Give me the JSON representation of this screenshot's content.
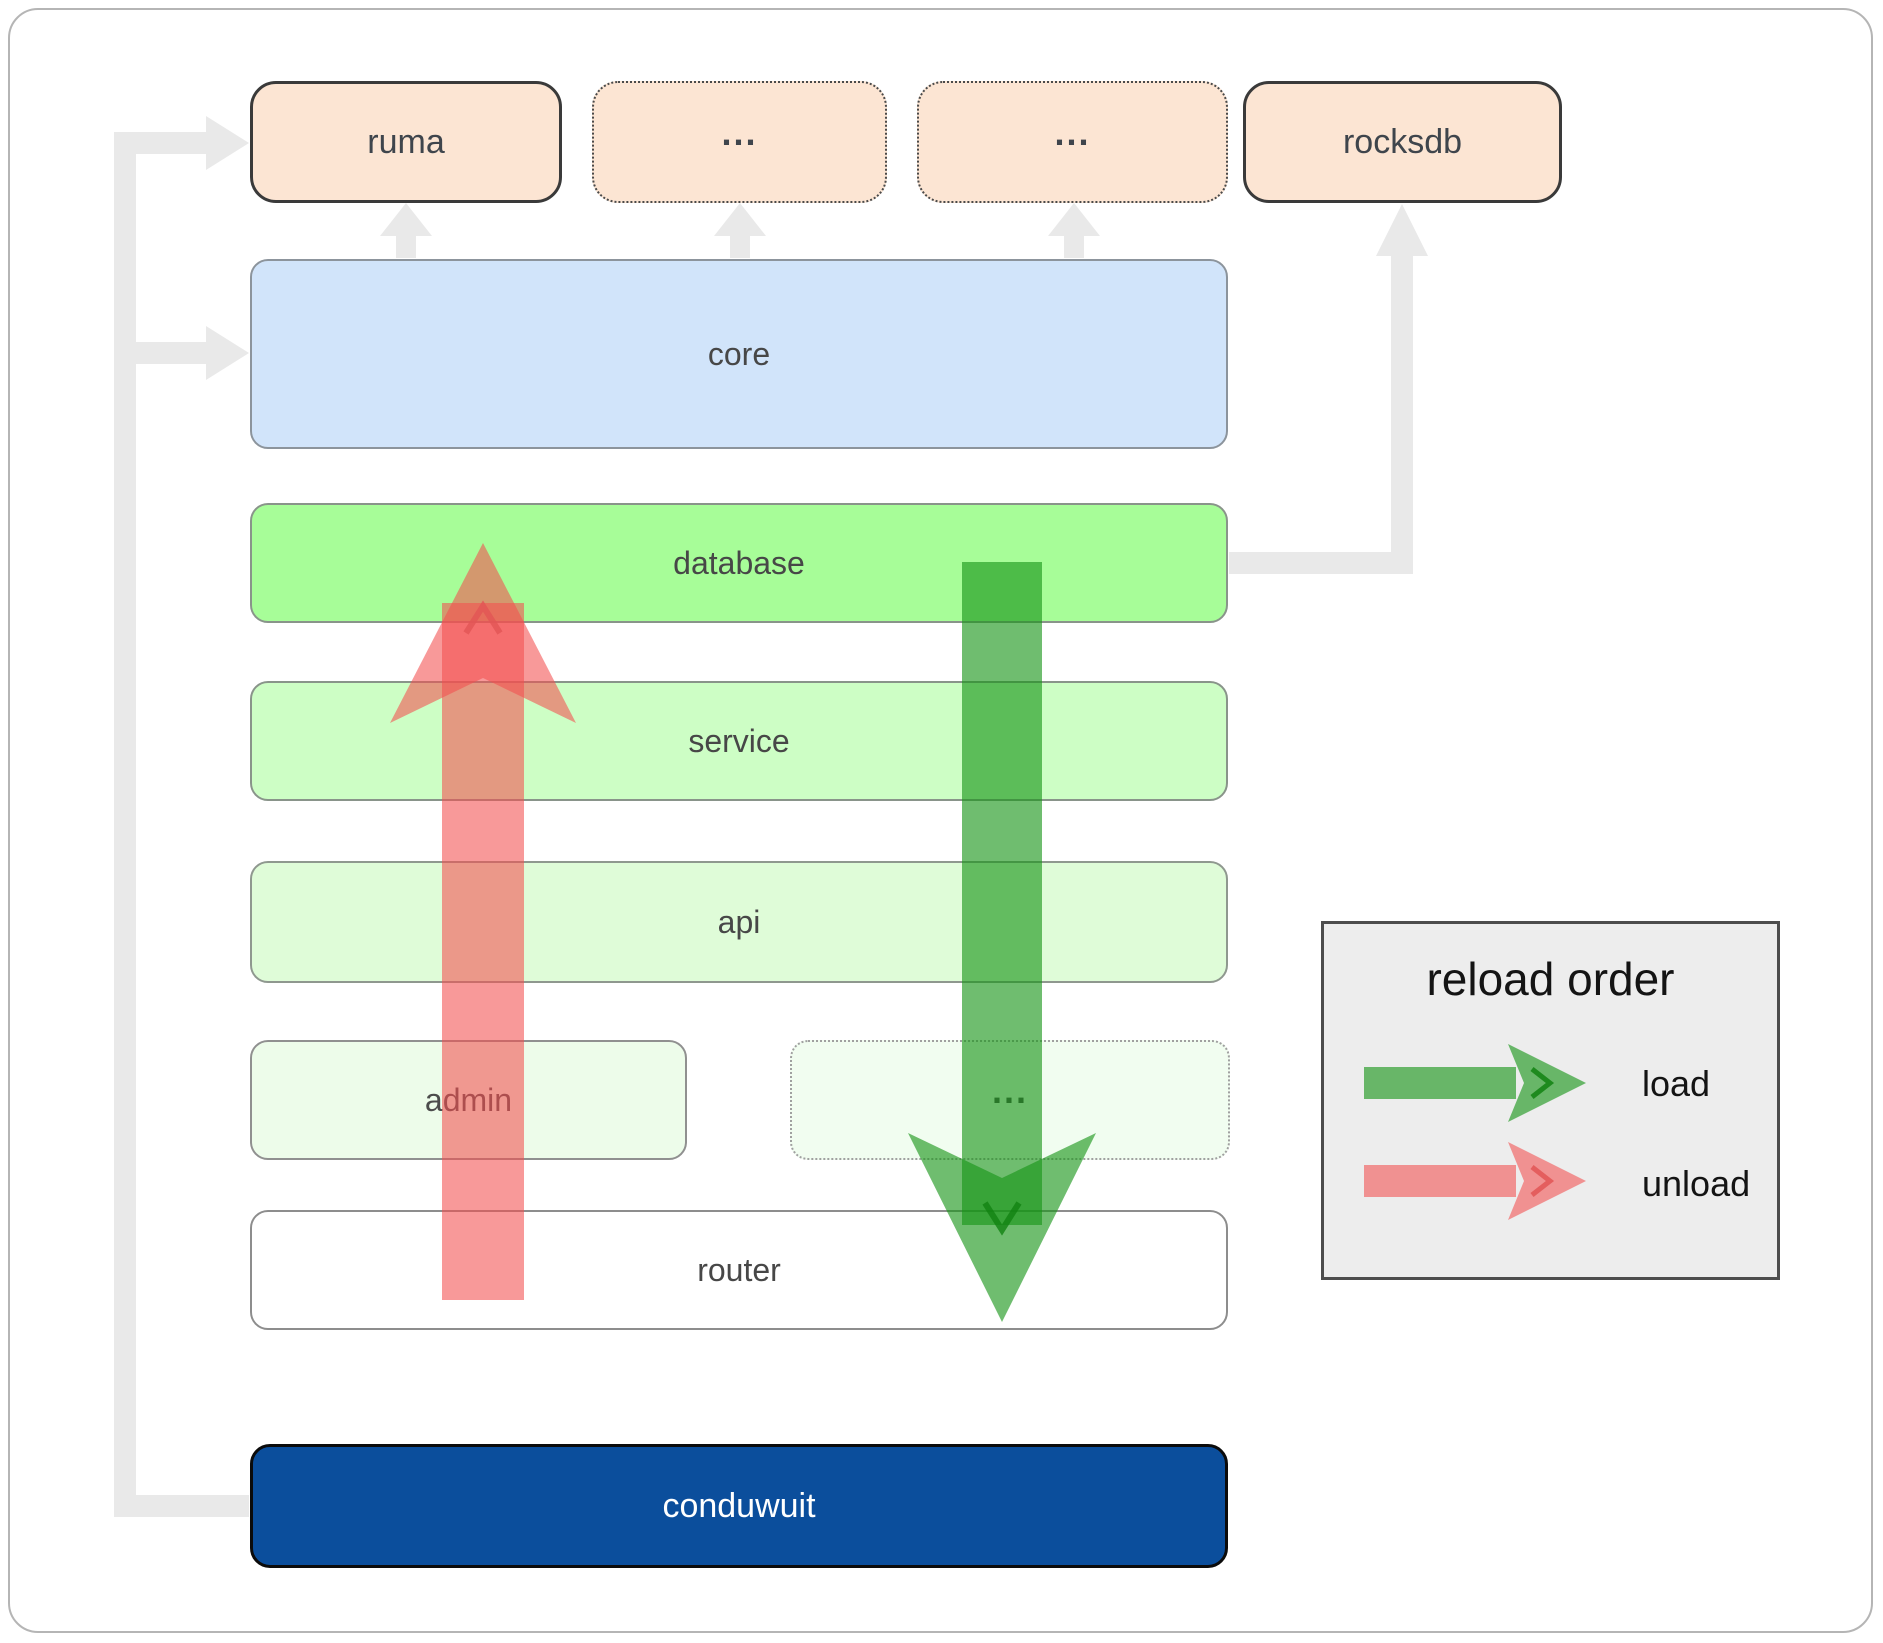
{
  "diagram": {
    "top_row": [
      {
        "label": "ruma",
        "border": "solid"
      },
      {
        "label": "...",
        "border": "dotted"
      },
      {
        "label": "...",
        "border": "dotted"
      },
      {
        "label": "rocksdb",
        "border": "solid"
      }
    ],
    "layers": [
      {
        "label": "core"
      },
      {
        "label": "database"
      },
      {
        "label": "service"
      },
      {
        "label": "api"
      }
    ],
    "admin_row": [
      {
        "label": "admin",
        "border": "solid"
      },
      {
        "label": "...",
        "border": "dotted"
      }
    ],
    "router": {
      "label": "router"
    },
    "conduwuit": {
      "label": "conduwuit"
    }
  },
  "legend": {
    "title": "reload order",
    "items": [
      {
        "label": "load",
        "color": "#169416"
      },
      {
        "label": "unload",
        "color": "#f35050"
      }
    ]
  },
  "colors": {
    "peach_fill": "#fce5d3",
    "core_fill": "#d1e4fa",
    "database_fill": "#a7fd98",
    "service_fill": "#cdfec5",
    "api_fill": "#dffcd8",
    "admin_fill": "#edfcea",
    "router_fill": "#ffffff",
    "conduwuit_fill": "#0b4e9c",
    "load_arrow_green": "#169416",
    "unload_arrow_red": "#f35050",
    "connector_gray": "#e9e9e9",
    "legend_bg": "#ededed"
  }
}
